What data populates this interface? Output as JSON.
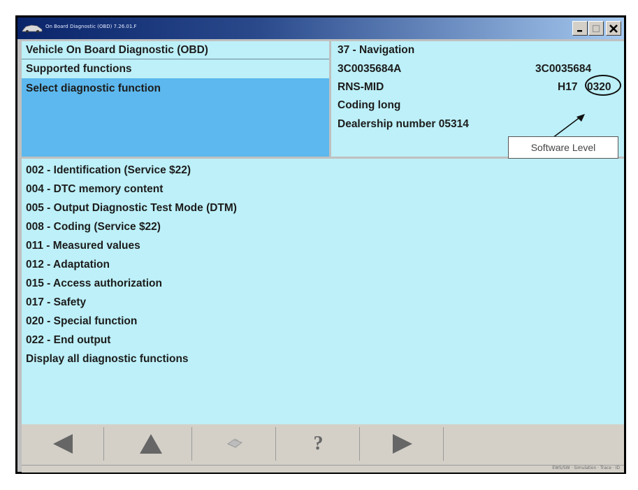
{
  "window": {
    "title": "On Board Diagnostic (OBD) 7.26.01.F"
  },
  "header_left": {
    "title": "Vehicle On Board Diagnostic (OBD)",
    "items": [
      "Supported functions",
      "Select diagnostic function"
    ],
    "selected_index": 1
  },
  "header_right": {
    "module": "37 - Navigation",
    "part_number": "3C0035684A",
    "part_number_right": "3C0035684",
    "system_name": "RNS-MID",
    "sw_version": "H17",
    "sw_level": "0320",
    "coding": "Coding long",
    "dealership": "Dealership number 05314"
  },
  "callout": {
    "label": "Software Level"
  },
  "functions": [
    "002 - Identification (Service $22)",
    "004 - DTC memory content",
    "005 - Output Diagnostic Test Mode (DTM)",
    "008 - Coding (Service $22)",
    "011 - Measured values",
    "012 - Adaptation",
    "015 - Access authorization",
    "017 - Safety",
    "020 - Special function",
    "022 - End output",
    "Display all diagnostic functions"
  ],
  "toolbar": {
    "buttons": [
      {
        "icon": "back-arrow-icon"
      },
      {
        "icon": "up-arrow-icon"
      },
      {
        "icon": "print-icon"
      },
      {
        "icon": "help-icon",
        "label": "?"
      },
      {
        "icon": "forward-arrow-icon"
      }
    ]
  },
  "status_bar": {
    "text": "EWS/SW  ·  Simulation  ·  Trace  ·  ID"
  },
  "colors": {
    "title_bar": "#0a246a",
    "selection": "#5cb8ee",
    "panel": "#bdf0f8",
    "toolbar": "#d4d0c8"
  }
}
